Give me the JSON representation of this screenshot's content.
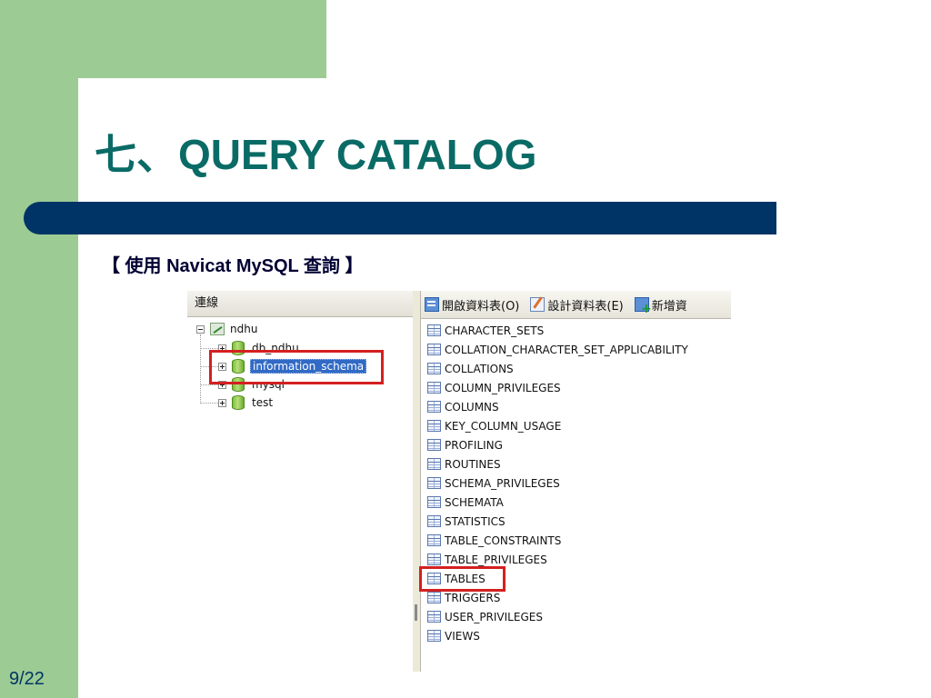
{
  "slide": {
    "title": "七、QUERY CATALOG",
    "subtitle": "【 使用 Navicat MySQL 查詢 】",
    "page_number": "9/22"
  },
  "navicat": {
    "left_pane_header": "連線",
    "toolbar": {
      "open_table": "開啟資料表(O)",
      "design_table": "設計資料表(E)",
      "new_table": "新增資"
    },
    "tree": {
      "connection": "ndhu",
      "databases": [
        "db_ndhu",
        "information_schema",
        "mysql",
        "test"
      ],
      "selected": "information_schema"
    },
    "tables": [
      "CHARACTER_SETS",
      "COLLATION_CHARACTER_SET_APPLICABILITY",
      "COLLATIONS",
      "COLUMN_PRIVILEGES",
      "COLUMNS",
      "KEY_COLUMN_USAGE",
      "PROFILING",
      "ROUTINES",
      "SCHEMA_PRIVILEGES",
      "SCHEMATA",
      "STATISTICS",
      "TABLE_CONSTRAINTS",
      "TABLE_PRIVILEGES",
      "TABLES",
      "TRIGGERS",
      "USER_PRIVILEGES",
      "VIEWS"
    ],
    "highlighted_table": "TABLES",
    "highlight_color": "#d42020",
    "selection_color": "#316ac5"
  },
  "colors": {
    "accent_green": "#9ccb94",
    "title_teal": "#0a6b66",
    "bar_navy": "#003466"
  }
}
